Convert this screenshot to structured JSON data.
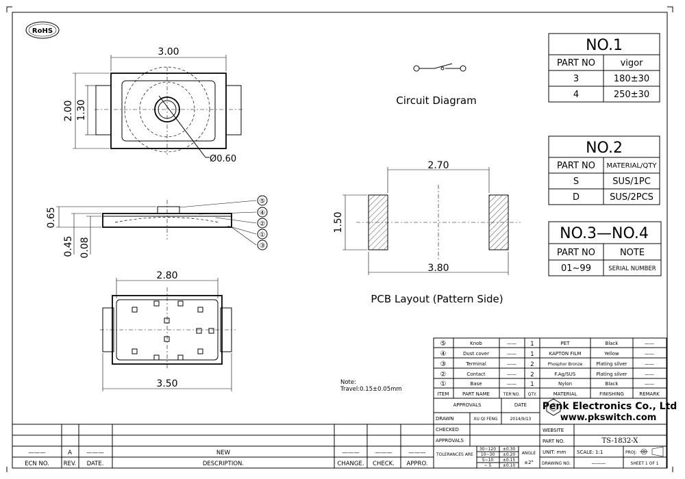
{
  "rohs": "RoHS",
  "dims": {
    "top_width": "3.00",
    "top_height": "2.00",
    "top_inner": "1.30",
    "knob_dia": "Ø0.60",
    "side_h1": "0.65",
    "side_h2": "0.45",
    "side_h3": "0.08",
    "bottom_inner": "2.80",
    "bottom_outer": "3.50",
    "pcb_inner": "2.70",
    "pcb_outer": "3.80",
    "pcb_height": "1.50"
  },
  "callouts": [
    "⑤",
    "④",
    "②",
    "①",
    "③"
  ],
  "circuit_label": "Circuit Diagram",
  "pcb_label": "PCB Layout (Pattern Side)",
  "note_title": "Note:",
  "note_text": "Travel:0.15±0.05mm",
  "table1": {
    "title": "NO.1",
    "headers": [
      "PART NO",
      "vigor"
    ],
    "rows": [
      [
        "3",
        "180±30"
      ],
      [
        "4",
        "250±30"
      ]
    ]
  },
  "table2": {
    "title": "NO.2",
    "headers": [
      "PART NO",
      "MATERIAL/QTY"
    ],
    "rows": [
      [
        "S",
        "SUS/1PC"
      ],
      [
        "D",
        "SUS/2PCS"
      ]
    ]
  },
  "table3": {
    "title": "NO.3—NO.4",
    "headers": [
      "PART NO",
      "NOTE"
    ],
    "rows": [
      [
        "01~99",
        "SERIAL NUMBER"
      ]
    ]
  },
  "bom": {
    "headers": [
      "ITEM",
      "PART NAME",
      "TER'NO.",
      "QTY.",
      "MATERIAL",
      "FINISHING",
      "REMARK"
    ],
    "rows": [
      [
        "⑤",
        "Knob",
        "——",
        "1",
        "PET",
        "Black",
        "——"
      ],
      [
        "④",
        "Dust cover",
        "——",
        "1",
        "KAPTON FILM",
        "Yellow",
        "——"
      ],
      [
        "③",
        "Terminal",
        "——",
        "2",
        "Phosphor Bronze",
        "Plating silver",
        "——"
      ],
      [
        "②",
        "Contact",
        "——",
        "2",
        "F.Ag/SUS",
        "Plating silver",
        "——"
      ],
      [
        "①",
        "Base",
        "——",
        "1",
        "Nylon",
        "Black",
        "——"
      ]
    ]
  },
  "title_block": {
    "approvals": "APPROVALS",
    "date": "DATE",
    "drawn": "DRAWN",
    "drawn_by": "XU QI FENG",
    "drawn_date": "2014/9/13",
    "checked": "CHECKED",
    "approvals2": "APPROVALS",
    "tolerances": "TOLERANCES ARE",
    "tol_ranges": [
      "30~120",
      "10~30",
      "5~10",
      "~ 5"
    ],
    "tol_values": [
      "±0.30",
      "±0.20",
      "±0.15",
      "±0.10"
    ],
    "angle": "ANGLE",
    "angle_value": "±2°",
    "company": "Penk Electronics Co., Ltd",
    "website_url": "www.pkswitch.com",
    "website": "WEBSITE",
    "part_no_label": "PART NO.",
    "part_no": "TS-1832-X",
    "unit": "UNIT: mm",
    "scale": "SCALE: 1:1",
    "proj": "PROJ:",
    "drawing_no": "DRAWING NO.",
    "drawing_no_value": "———",
    "sheet": "SHEET 1 OF 1"
  },
  "revision": {
    "row_values": [
      "———",
      "A",
      "———",
      "NEW",
      "———",
      "———",
      "———"
    ],
    "headers": [
      "ECN NO.",
      "REV.",
      "DATE.",
      "DESCRIPTION.",
      "CHANGE.",
      "CHECK.",
      "APPRO."
    ]
  }
}
